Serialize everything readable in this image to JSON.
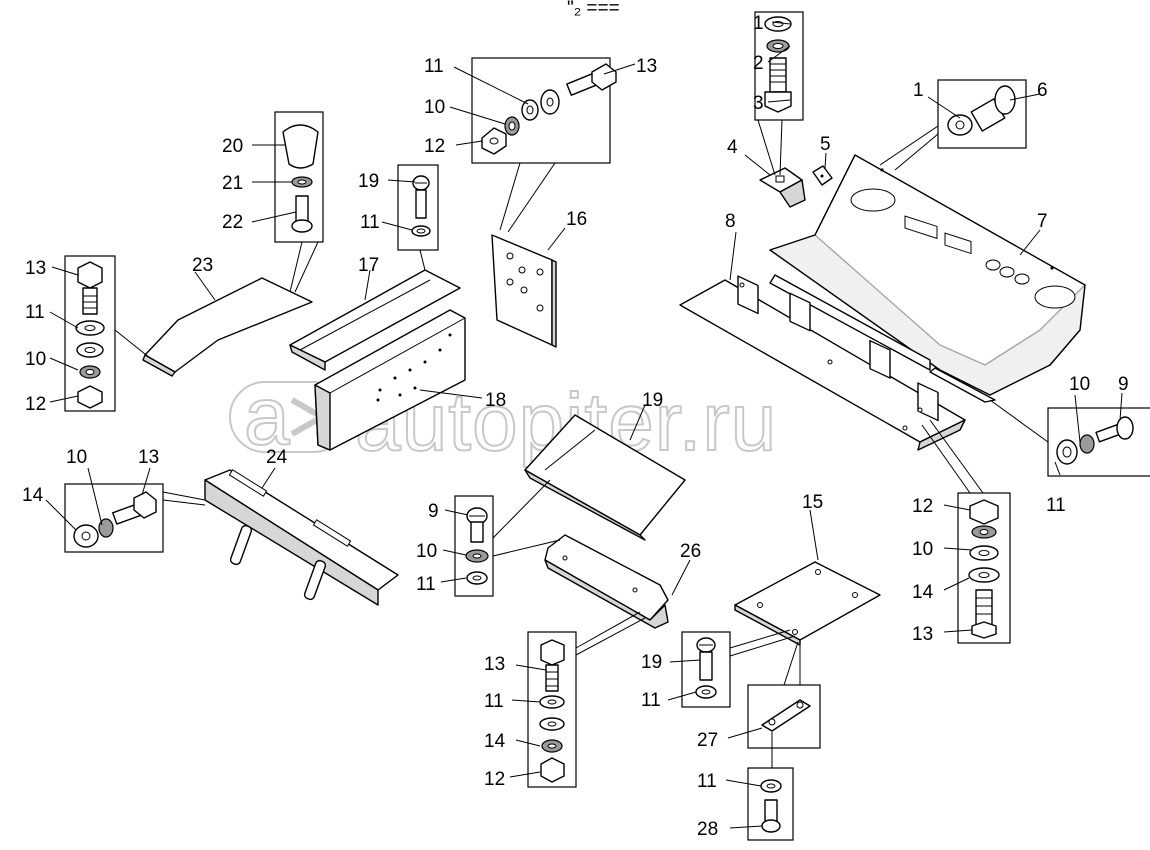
{
  "header_text": "\"₂ ===",
  "watermark": "autopiter.ru",
  "watermark_logo": "a-arrow-logo",
  "callouts": [
    "1",
    "2",
    "3",
    "4",
    "5",
    "1",
    "6",
    "7",
    "8",
    "9",
    "10",
    "11",
    "11",
    "13",
    "10",
    "12",
    "20",
    "21",
    "22",
    "19",
    "11",
    "16",
    "17",
    "23",
    "13",
    "11",
    "10",
    "12",
    "18",
    "19",
    "10",
    "13",
    "14",
    "24",
    "9",
    "10",
    "11",
    "26",
    "12",
    "10",
    "14",
    "13",
    "15",
    "13",
    "11",
    "14",
    "12",
    "19",
    "11",
    "27",
    "11",
    "28"
  ]
}
